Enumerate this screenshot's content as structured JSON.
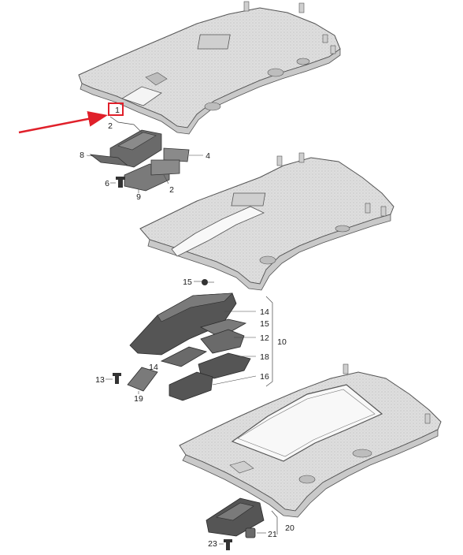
{
  "diagram": {
    "callouts": [
      {
        "id": "c1",
        "text": "1"
      },
      {
        "id": "c2a",
        "text": "2"
      },
      {
        "id": "c2b",
        "text": "2"
      },
      {
        "id": "c4",
        "text": "4"
      },
      {
        "id": "c6",
        "text": "6"
      },
      {
        "id": "c8",
        "text": "8"
      },
      {
        "id": "c9",
        "text": "9"
      },
      {
        "id": "c10",
        "text": "10"
      },
      {
        "id": "c12",
        "text": "12"
      },
      {
        "id": "c13",
        "text": "13"
      },
      {
        "id": "c14a",
        "text": "14"
      },
      {
        "id": "c14b",
        "text": "14"
      },
      {
        "id": "c15a",
        "text": "15"
      },
      {
        "id": "c15b",
        "text": "15"
      },
      {
        "id": "c16",
        "text": "16"
      },
      {
        "id": "c18",
        "text": "18"
      },
      {
        "id": "c19",
        "text": "19"
      },
      {
        "id": "c20",
        "text": "20"
      },
      {
        "id": "c21",
        "text": "21"
      },
      {
        "id": "c23",
        "text": "23"
      }
    ],
    "colors": {
      "highlight_box": "#e0202a",
      "arrow": "#e0202a",
      "headliner_fill": "#dcdcdc",
      "part_fill": "#5a5a5a",
      "line": "#444444"
    }
  }
}
